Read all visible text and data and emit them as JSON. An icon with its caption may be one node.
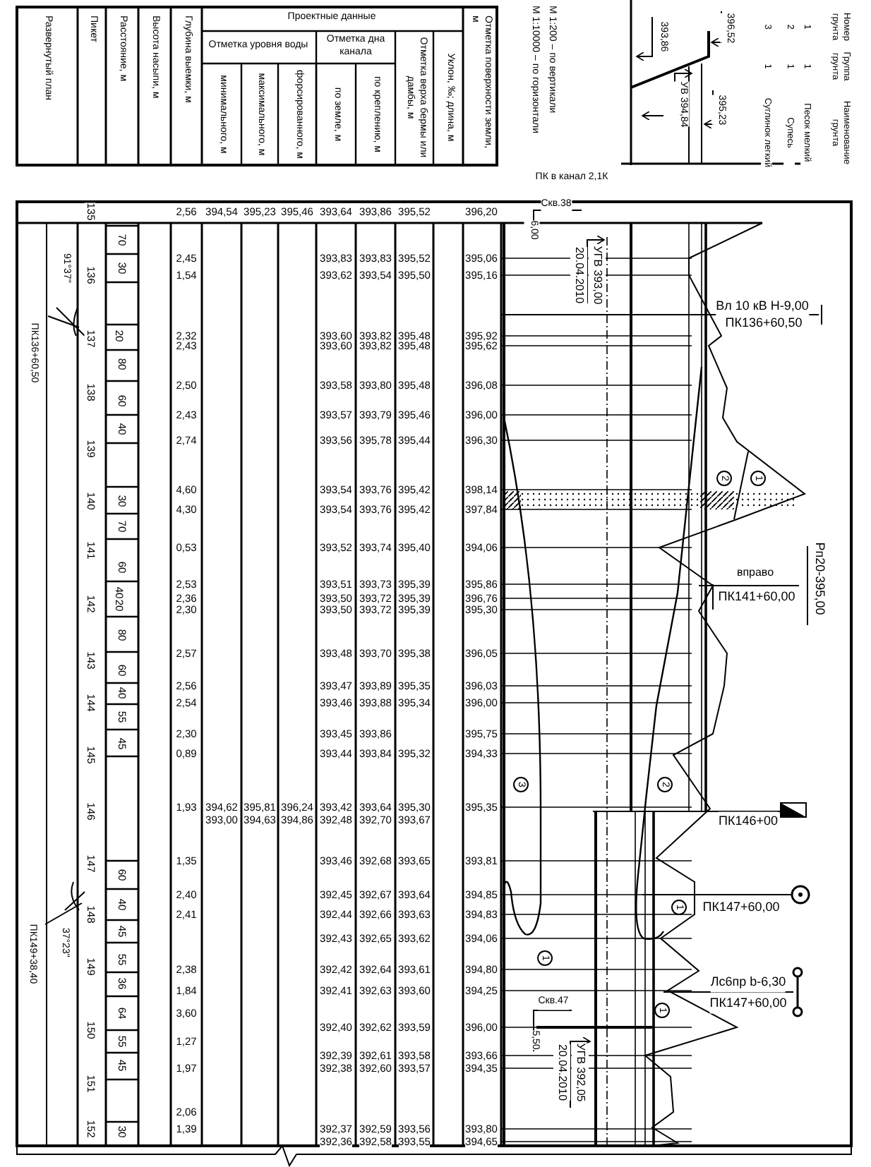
{
  "diagram": {
    "labels": [
      "Развернутый план",
      "Пикет",
      "Расстояние, м",
      "Высота насыпи, м",
      "Глубина выемки, м",
      "Проектные данные",
      "Отметка уровня воды",
      "Отметка дна канала",
      "минимального, м",
      "максимального, м",
      "форсированного, м",
      "по земле, м",
      "по креплению, м",
      "Отметка верха бермы или дамбы, м",
      "Уклон, ‰; длина, м",
      "Отметка поверхности земли, м",
      "М 1:10000 – по горизонтали",
      "М 1:200 – по вертикали",
      "393,86",
      "396,52",
      "УВ 394,84",
      "395,23",
      "ПК в канал 2,1К",
      "Номер грунта",
      "Группа грунта",
      "Наименование грунта",
      "1",
      "1",
      "Песок мелкий",
      "2",
      "1",
      "Супесь",
      "3",
      "1",
      "Суглинок легкий",
      "2,56",
      "394,54",
      "395,23",
      "395,46",
      "393,64",
      "393,86",
      "395,52",
      "396,20",
      "2,45",
      "393,83",
      "393,83",
      "395,52",
      "395,06",
      "1,54",
      "393,62",
      "393,54",
      "395,50",
      "395,16",
      "2,32",
      "393,60",
      "393,82",
      "395,48",
      "395,92",
      "2,43",
      "393,60",
      "393,82",
      "395,48",
      "395,62",
      "2,50",
      "393,58",
      "393,80",
      "395,48",
      "396,08",
      "2,43",
      "393,57",
      "393,79",
      "395,46",
      "396,00",
      "2,74",
      "393,56",
      "395,78",
      "395,44",
      "396,30",
      "4,60",
      "393,54",
      "393,76",
      "395,42",
      "398,14",
      "4,30",
      "393,54",
      "393,76",
      "395,42",
      "397,84",
      "0,53",
      "393,52",
      "393,74",
      "395,40",
      "394,06",
      "2,53",
      "393,51",
      "393,73",
      "395,39",
      "395,86",
      "2,36",
      "393,50",
      "393,72",
      "395,39",
      "396,76",
      "2,30",
      "393,50",
      "393,72",
      "395,39",
      "395,30",
      "2,57",
      "393,48",
      "393,70",
      "395,38",
      "396,05",
      "2,56",
      "393,47",
      "393,89",
      "395,35",
      "396,03",
      "2,54",
      "393,46",
      "393,88",
      "395,34",
      "396,00",
      "2,30",
      "393,45",
      "393,86",
      "395,75",
      "0,89",
      "393,44",
      "393,84",
      "395,32",
      "394,33",
      "1,93",
      "394,62",
      "395,81",
      "396,24",
      "393,42",
      "393,64",
      "395,30",
      "395,35",
      "393,00",
      "394,63",
      "394,86",
      "392,48",
      "392,70",
      "393,67",
      "1,35",
      "393,46",
      "392,68",
      "393,65",
      "393,81",
      "2,40",
      "392,45",
      "392,67",
      "393,64",
      "394,85",
      "2,41",
      "392,44",
      "392,66",
      "393,63",
      "394,83",
      "392,43",
      "392,65",
      "393,62",
      "394,06",
      "2,38",
      "392,42",
      "392,64",
      "393,61",
      "394,80",
      "1,84",
      "392,41",
      "392,63",
      "393,60",
      "394,25",
      "3,60",
      "392,40",
      "392,62",
      "393,59",
      "396,00",
      "1,27",
      "392,39",
      "392,61",
      "393,58",
      "393,66",
      "1,97",
      "392,38",
      "392,60",
      "393,57",
      "394,35",
      "2,06",
      "1,39",
      "392,37",
      "392,59",
      "393,56",
      "393,80",
      "392,36",
      "392,58",
      "393,55",
      "394,65",
      "135",
      "136",
      "137",
      "138",
      "139",
      "140",
      "141",
      "142",
      "143",
      "144",
      "145",
      "146",
      "147",
      "148",
      "149",
      "150",
      "151",
      "152",
      "70",
      "30",
      "20",
      "80",
      "60",
      "40",
      "30",
      "70",
      "60",
      "40",
      "20",
      "80",
      "60",
      "40",
      "55",
      "45",
      "60",
      "40",
      "45",
      "55",
      "36",
      "64",
      "55",
      "45",
      "30",
      "91°37''",
      "ПК136+60,50",
      "37°23''",
      "ПК149+38,40",
      "Скв.38",
      "6,00",
      "20.04.2010",
      "УГВ 393,00",
      "Вл 10 кВ Н-9,00",
      "ПК136+60,50",
      "2",
      "1",
      "вправо",
      "ПК141+60,00",
      "Рп20-395,00",
      "3",
      "2",
      "ПК146+00",
      "ПК147+60,00",
      "1",
      "1",
      "Лс6пр b-6,30",
      "ПК147+60,00",
      "Скв.47",
      "1",
      "5,50",
      "20.04.2010",
      "УГВ 392,05"
    ]
  }
}
